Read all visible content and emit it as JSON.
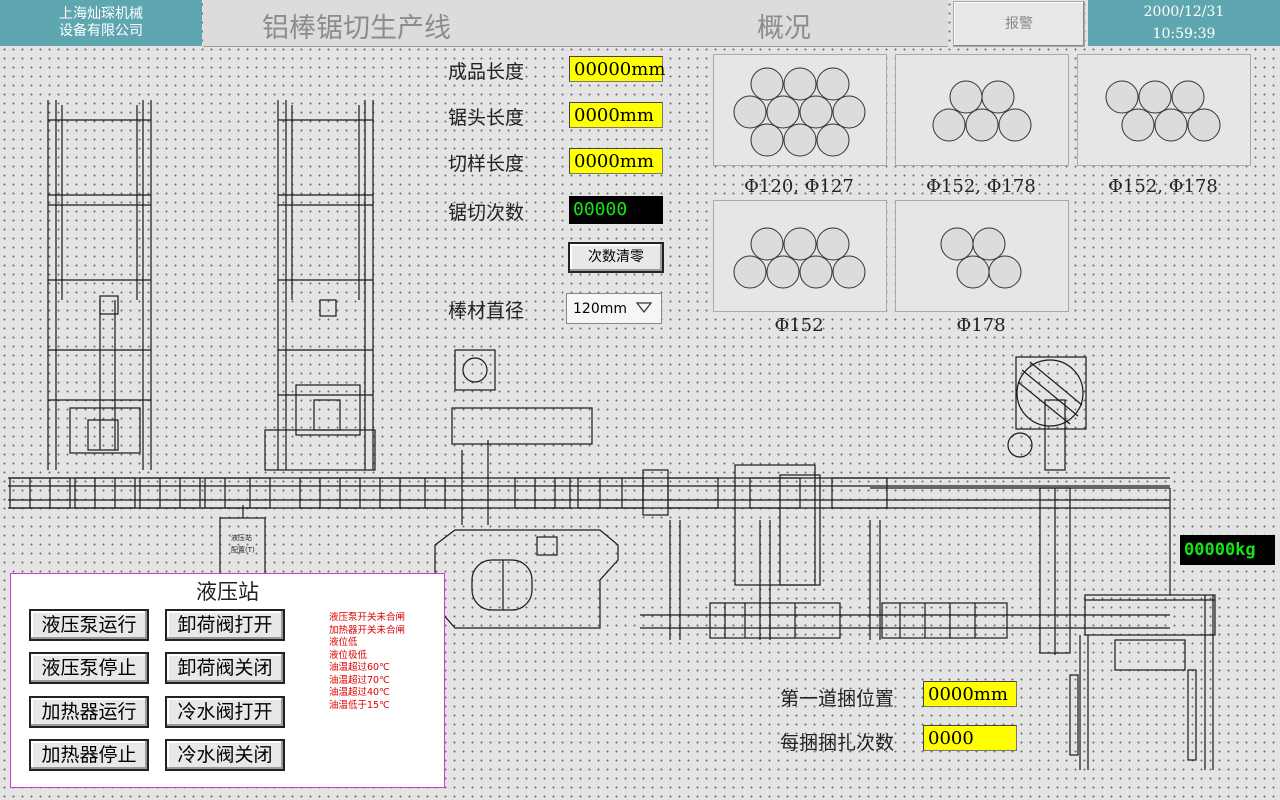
{
  "header": {
    "company_line1": "上海灿琛机械",
    "company_line2": "设备有限公司",
    "title": "铝棒锯切生产线",
    "page": "概况",
    "alarm_button": "报警",
    "date": "2000/12/31",
    "time": "10:59:39"
  },
  "params": {
    "product_length_label": "成品长度",
    "product_length_value": "00000mm",
    "saw_head_length_label": "锯头长度",
    "saw_head_length_value": "0000mm",
    "sample_length_label": "切样长度",
    "sample_length_value": "0000mm",
    "cut_count_label": "锯切次数",
    "cut_count_value": "00000",
    "reset_button": "次数清零",
    "diameter_label": "棒材直径",
    "diameter_selected": "120mm"
  },
  "bundles": [
    {
      "label": "Φ120, Φ127"
    },
    {
      "label": "Φ152, Φ178"
    },
    {
      "label": "Φ152, Φ178"
    },
    {
      "label": "Φ152"
    },
    {
      "label": "Φ178"
    }
  ],
  "weight_value": "00000kg",
  "bundling": {
    "first_position_label": "第一道捆位置",
    "first_position_value": "0000mm",
    "ties_per_bundle_label": "每捆捆扎次数",
    "ties_per_bundle_value": "0000"
  },
  "hydraulic": {
    "title": "液压站",
    "pump_run": "液压泵运行",
    "pump_stop": "液压泵停止",
    "heater_run": "加热器运行",
    "heater_stop": "加热器停止",
    "unload_open": "卸荷阀打开",
    "unload_close": "卸荷阀关闭",
    "cool_open": "冷水阀打开",
    "cool_close": "冷水阀关闭",
    "alarms": [
      "液压泵开关未合闸",
      "加热器开关未合闸",
      "液位低",
      "液位极低",
      "油温超过60℃",
      "油温超过70℃",
      "油温超过40℃",
      "油温低于15℃"
    ]
  },
  "drawing": {
    "hydraulic_station_tag_line1": "液压站",
    "hydraulic_station_tag_line2": "配置(T)"
  },
  "colors": {
    "header_teal": "#5fa7b0",
    "value_yellow": "#ffff00",
    "counter_green": "#16e316",
    "alarm_red": "#e00000",
    "panel_border": "#d238d2"
  }
}
